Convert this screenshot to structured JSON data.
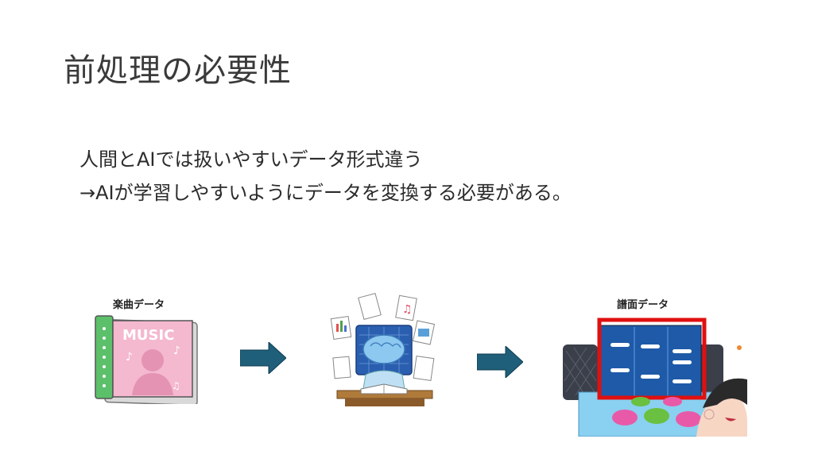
{
  "slide": {
    "title": "前処理の必要性",
    "lines": [
      "人間とAIでは扱いやすいデータ形式違う",
      "→AIが学習しやすいようにデータを変換する必要がある。"
    ]
  },
  "figure": {
    "left_label": "楽曲データ",
    "right_label": "譜面データ",
    "cd_text": "MUSIC"
  },
  "colors": {
    "arrow": "#1f5f7a",
    "highlight": "#e01010",
    "cd_pink": "#f4b8cf",
    "cd_green": "#5cc06a"
  }
}
